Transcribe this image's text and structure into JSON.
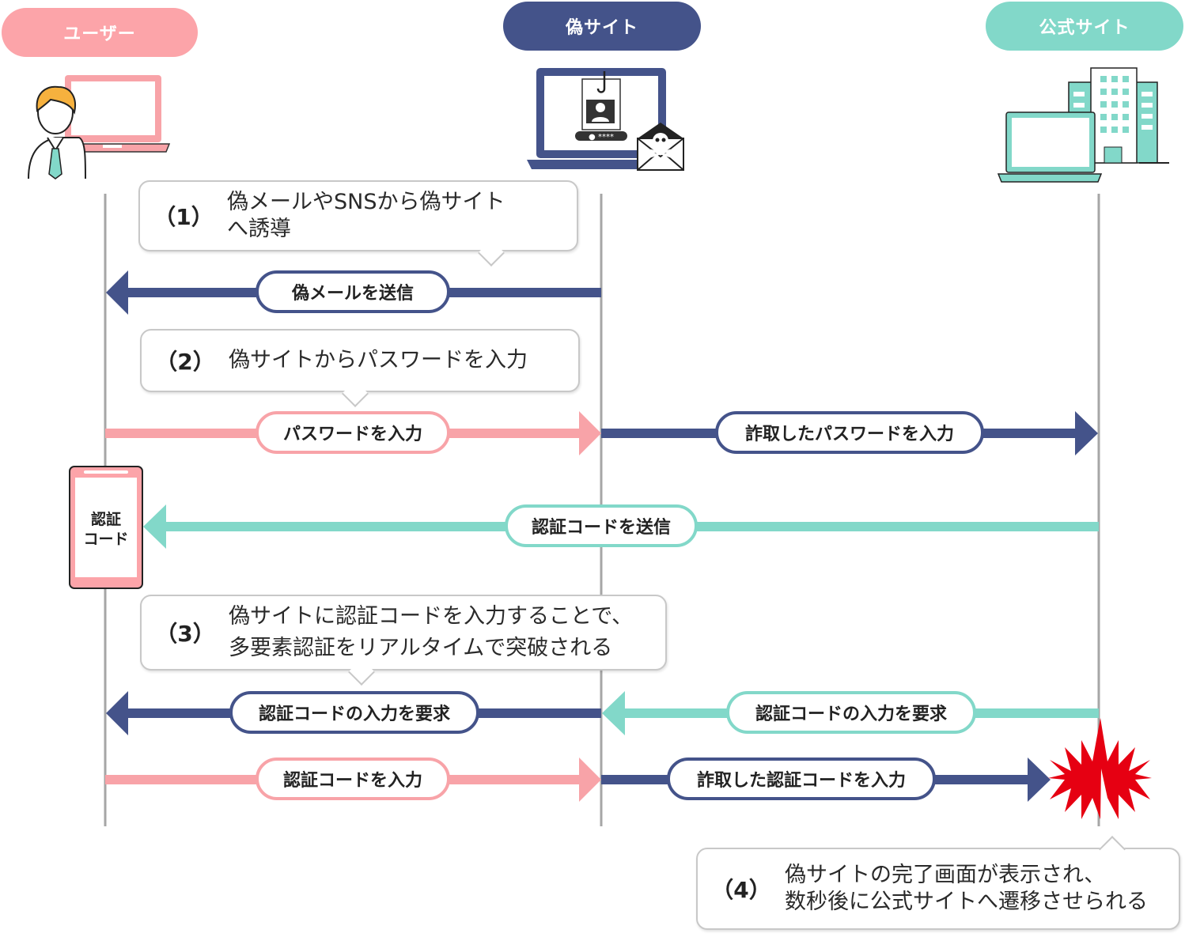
{
  "actors": {
    "user": {
      "label": "ユーザー",
      "color": "#fca4a9"
    },
    "fake": {
      "label": "偽サイト",
      "color": "#44538a"
    },
    "official": {
      "label": "公式サイト",
      "color": "#82d8c9"
    }
  },
  "callouts": {
    "c1": {
      "num": "（1）",
      "text": "偽メールやSNSから偽サイト\nへ誘導"
    },
    "c2": {
      "num": "（2）",
      "text": "偽サイトからパスワードを入力"
    },
    "c3": {
      "num": "（3）",
      "text": "偽サイトに認証コードを入力することで、\n多要素認証をリアルタイムで突破される"
    },
    "c4": {
      "num": "（4）",
      "text": "偽サイトの完了画面が表示され、\n数秒後に公式サイトへ遷移させられる"
    }
  },
  "messages": {
    "m1": "偽メールを送信",
    "m2": "パスワードを入力",
    "m3": "詐取したパスワードを入力",
    "m4": "認証コードを送信",
    "m5": "認証コードの入力を要求",
    "m6": "認証コードの入力を要求",
    "m7": "認証コードを入力",
    "m8": "詐取した認証コードを入力"
  },
  "device": {
    "phone_text": "認証\nコード"
  },
  "icons": {
    "user": "user-at-laptop-icon",
    "fake": "phishing-laptop-icon",
    "mail": "skull-mail-icon",
    "official": "office-building-icon",
    "alert": "red-burst-icon"
  },
  "colors": {
    "navy": "#44538a",
    "pink": "#f8a3a8",
    "teal": "#82d8c9",
    "red": "#e60012"
  }
}
